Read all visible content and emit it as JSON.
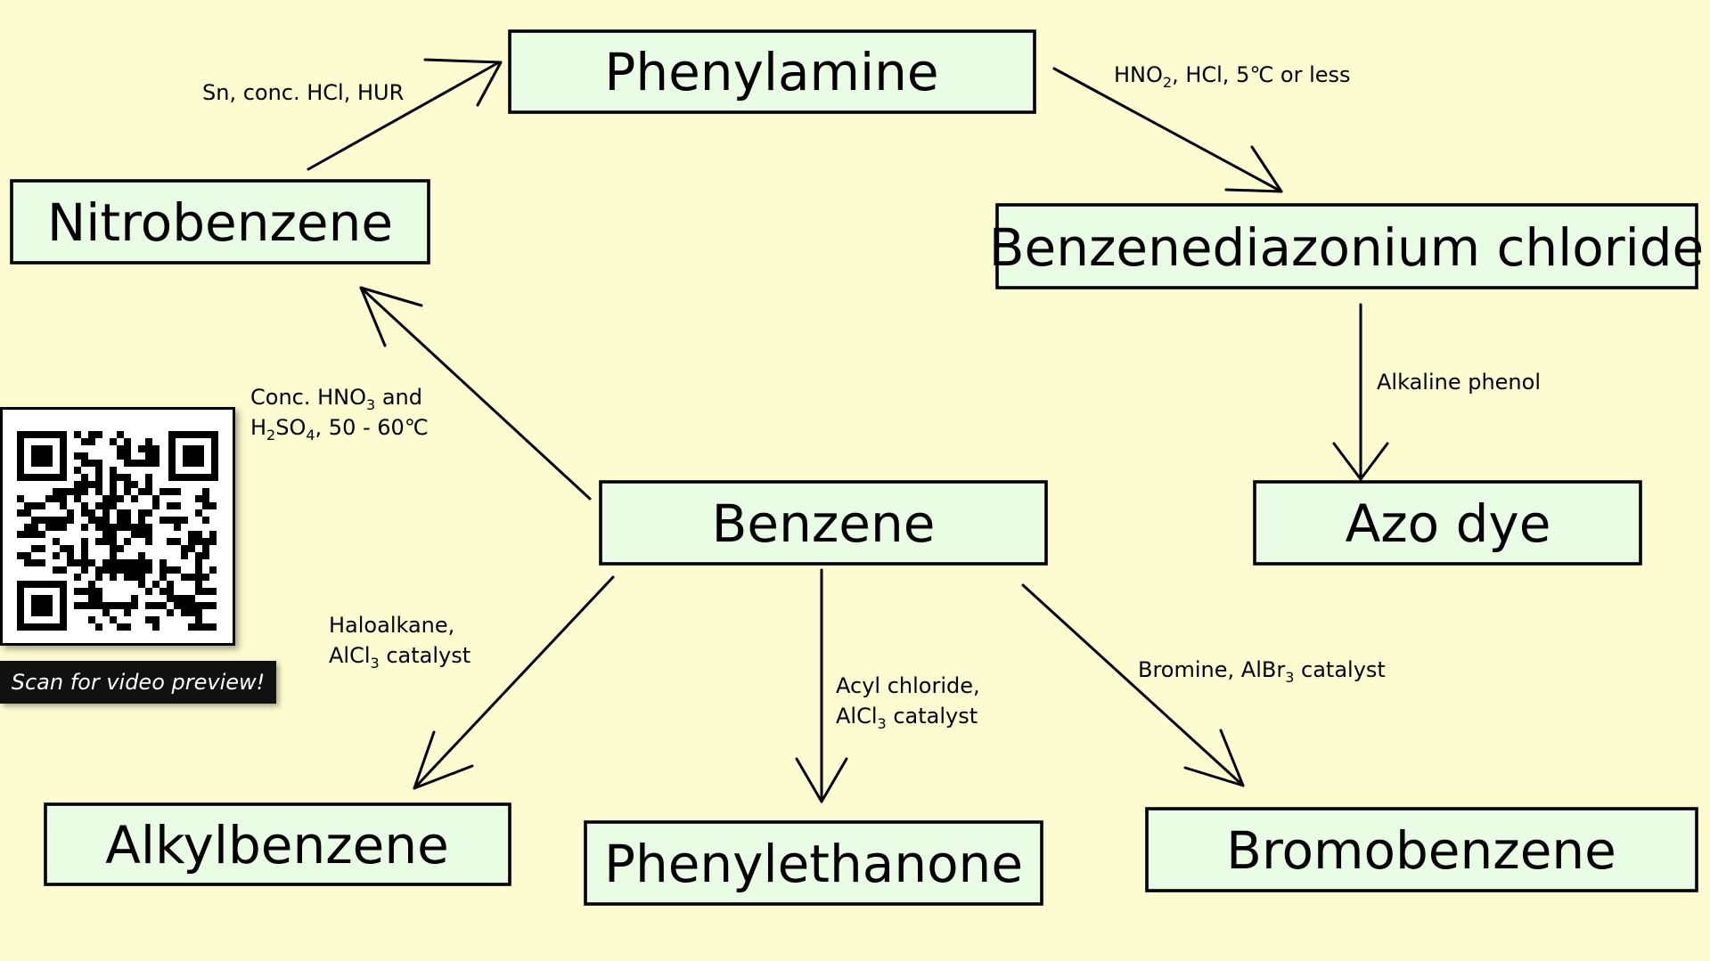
{
  "nodes": {
    "phenylamine": "Phenylamine",
    "nitrobenzene": "Nitrobenzene",
    "benzenediazonium": "Benzenediazonium chloride",
    "benzene": "Benzene",
    "azo_dye": "Azo dye",
    "alkylbenzene": "Alkylbenzene",
    "phenylethanone": "Phenylethanone",
    "bromobenzene": "Bromobenzene"
  },
  "edges": {
    "nitrobenzene_to_phenylamine": {
      "line1": "Sn, conc. HCl, HUR"
    },
    "phenylamine_to_diazonium": {
      "hno": "HNO",
      "hno_sub": "2",
      "rest": ", HCl, 5℃ or less"
    },
    "diazonium_to_azo": {
      "line1": "Alkaline phenol"
    },
    "benzene_to_nitrobenzene": {
      "line1_a": "Conc. HNO",
      "line1_sub": "3",
      "line1_b": " and",
      "line2_a": "H",
      "line2_sub1": "2",
      "line2_b": "SO",
      "line2_sub2": "4",
      "line2_c": ", 50 - 60℃"
    },
    "benzene_to_alkylbenzene": {
      "line1": "Haloalkane,",
      "line2_a": "AlCl",
      "line2_sub": "3",
      "line2_b": " catalyst"
    },
    "benzene_to_phenylethanone": {
      "line1": "Acyl chloride,",
      "line2_a": "AlCl",
      "line2_sub": "3",
      "line2_b": " catalyst"
    },
    "benzene_to_bromobenzene": {
      "line1_a": "Bromine, AlBr",
      "line1_sub": "3",
      "line1_b": " catalyst"
    }
  },
  "qr": {
    "caption": "Scan for video preview!"
  }
}
